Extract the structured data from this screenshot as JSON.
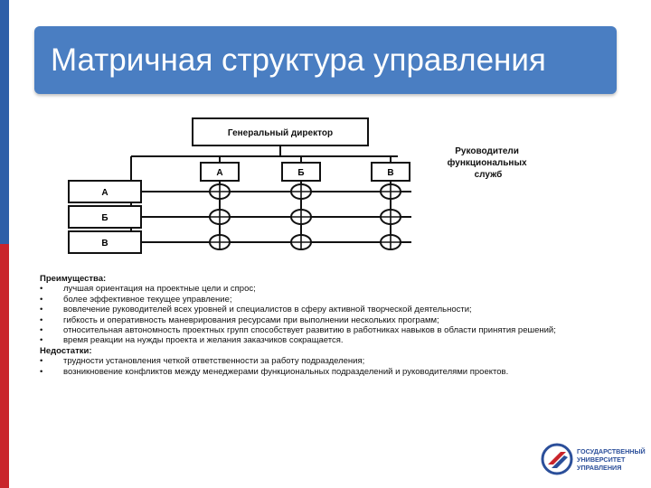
{
  "title": "Матричная структура управления",
  "diagram": {
    "top_box": "Генеральный директор",
    "function_columns": [
      "А",
      "Б",
      "В"
    ],
    "project_rows": [
      "А",
      "Б",
      "В"
    ],
    "side_label": [
      "Руководители",
      "функциональных",
      "служб"
    ]
  },
  "advantages": {
    "heading": "Преимущества:",
    "items": [
      "лучшая ориентация на проектные цели и спрос;",
      "более эффективное текущее управление;",
      "вовлечение руководителей всех уровней и специалистов в сферу активной творческой деятельности;",
      "гибкость и оперативность маневрирования ресурсами при выполнении нескольких программ;",
      "относительная автономность проектных групп способствует развитию в работниках навыков в области принятия решений;",
      "время реакции на нужды проекта и желания заказчиков сокращается."
    ]
  },
  "disadvantages": {
    "heading": "Недостатки:",
    "items": [
      "трудности установления четкой ответственности за работу подразделения;",
      "возникновение конфликтов между менеджерами функциональных подразделений и руководителями проектов."
    ]
  },
  "bullet": "•",
  "logo": {
    "icon": "university-logo-icon",
    "lines": [
      "ГОСУДАРСТВЕННЫЙ",
      "УНИВЕРСИТЕТ",
      "УПРАВЛЕНИЯ"
    ]
  },
  "colors": {
    "title_bg": "#4a7ec2",
    "bar_blue": "#2e5fa8",
    "bar_red": "#c9242b",
    "logo_blue": "#2b4f9a"
  }
}
